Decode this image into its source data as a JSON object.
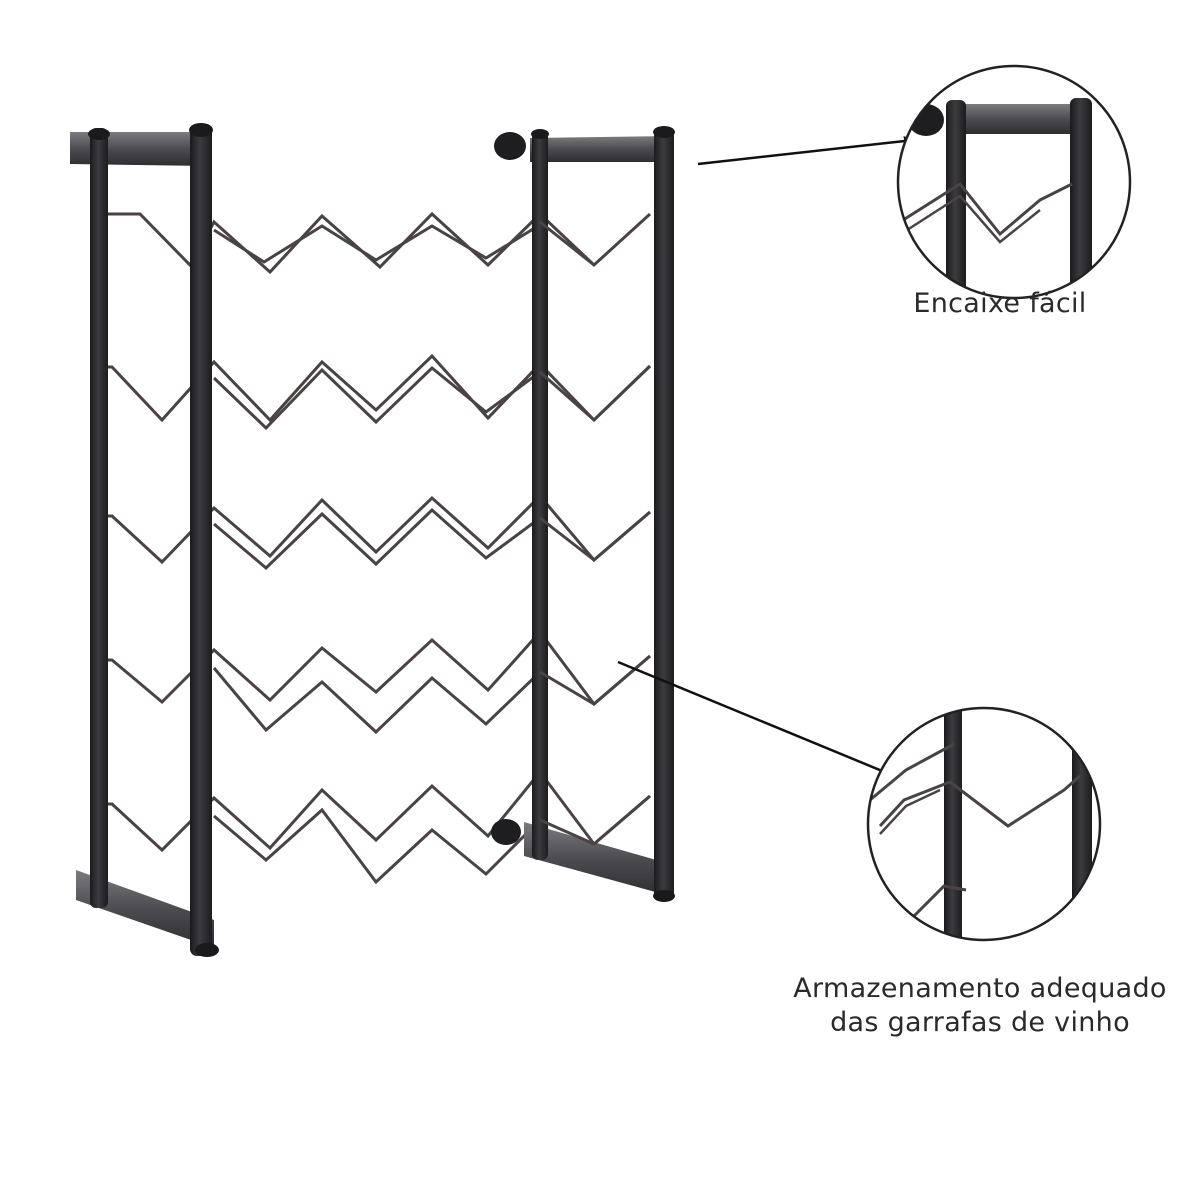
{
  "callouts": [
    {
      "label": "Encaixe fácil"
    },
    {
      "label_line1": "Armazenamento adequado",
      "label_line2": "das garrafas de vinho"
    }
  ],
  "colors": {
    "background": "#ffffff",
    "frame": "#2b2b2e",
    "wire": "#4a4344",
    "bracket": "#5a5a5e",
    "arrow": "#111111",
    "circle": "#222222"
  }
}
